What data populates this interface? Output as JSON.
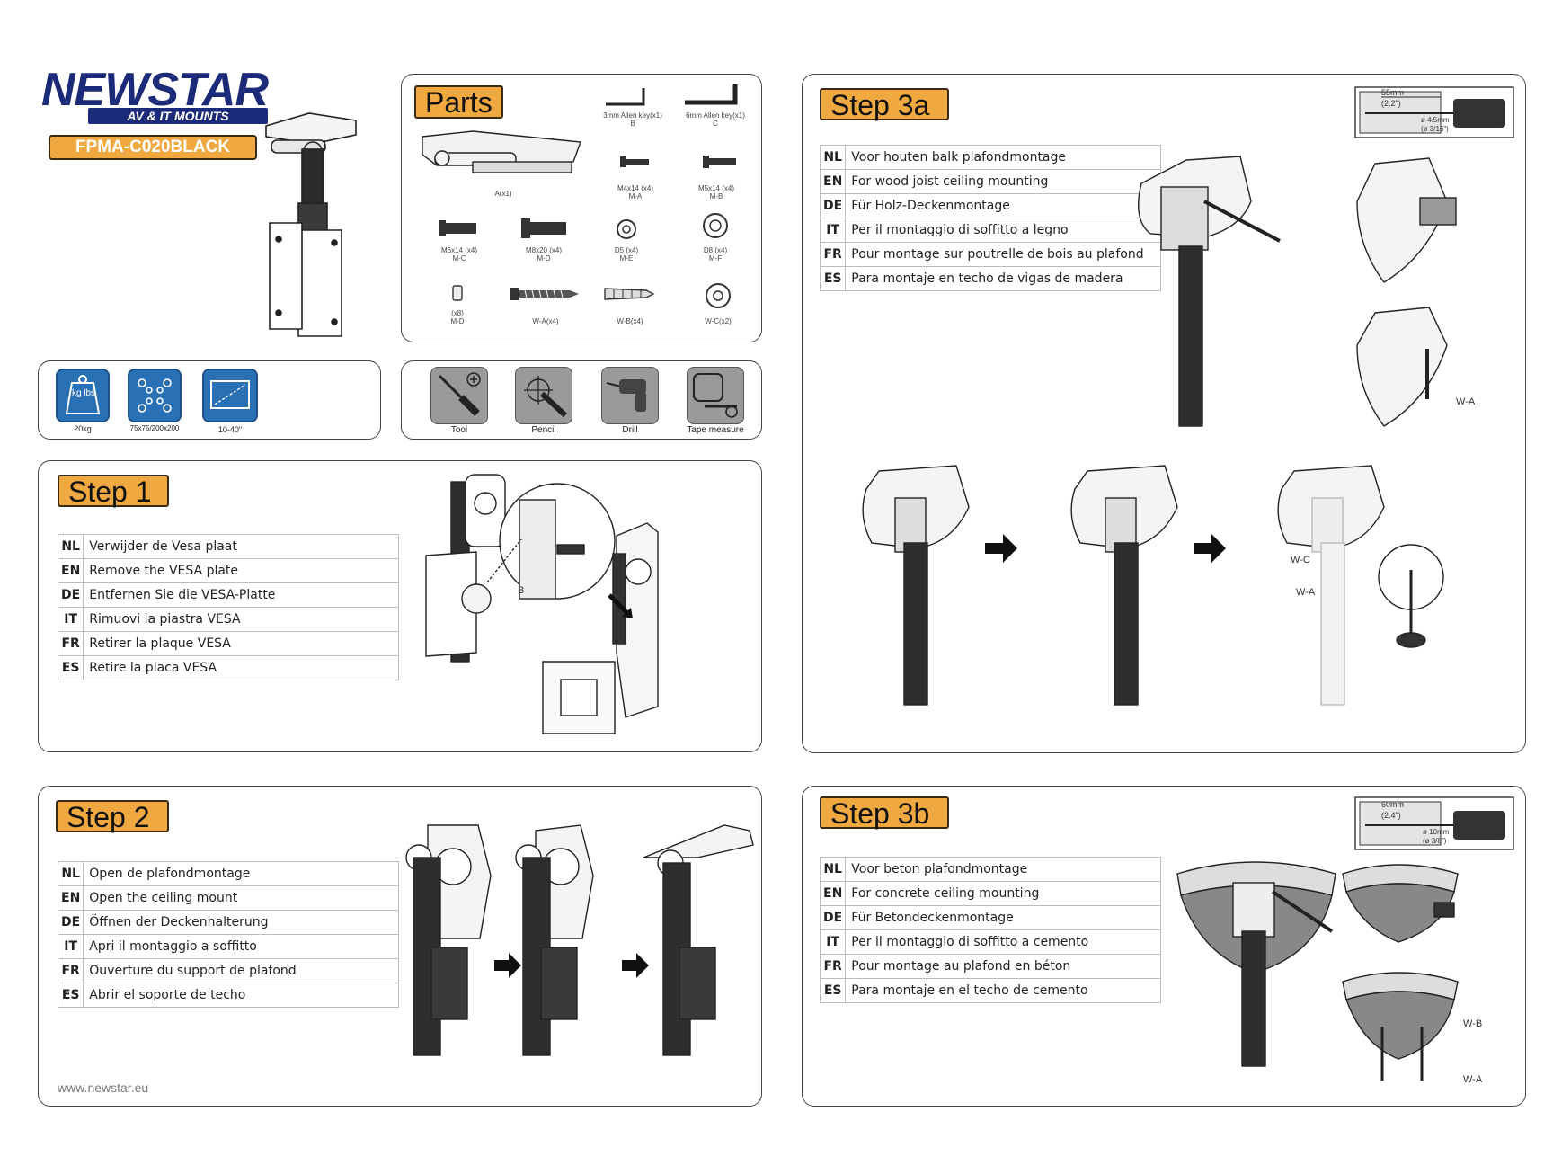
{
  "brand": {
    "logo_main": "NEWSTAR",
    "logo_sub": "AV & IT MOUNTS",
    "model": "FPMA-C020BLACK",
    "website": "www.newstar.eu"
  },
  "parts": {
    "title": "Parts",
    "items": [
      {
        "label": "3mm Allen key(x1)",
        "code": "B"
      },
      {
        "label": "6mm Allen key(x1)",
        "code": "C"
      },
      {
        "label": "A(x1)",
        "code": ""
      },
      {
        "label": "M4x14 (x4)",
        "code": "M-A"
      },
      {
        "label": "M5x14 (x4)",
        "code": "M-B"
      },
      {
        "label": "M6x14 (x4)",
        "code": "M-C"
      },
      {
        "label": "M8x20 (x4)",
        "code": "M-D"
      },
      {
        "label": "D5 (x4)",
        "code": "M-E"
      },
      {
        "label": "D8 (x4)",
        "code": "M-F"
      },
      {
        "label": "(x8)",
        "code": "M-D"
      },
      {
        "label": "W-A(x4)",
        "code": ""
      },
      {
        "label": "W-B(x4)",
        "code": ""
      },
      {
        "label": "W-C(x2)",
        "code": ""
      }
    ]
  },
  "specs": {
    "weight_icon_text": "kg lbs",
    "weight": "20kg",
    "vesa": "75x75/200x200",
    "screen": "10-40\""
  },
  "tools": [
    {
      "label": "Tool",
      "icon": "screwdriver-icon"
    },
    {
      "label": "Pencil",
      "icon": "pencil-icon"
    },
    {
      "label": "Drill",
      "icon": "drill-icon"
    },
    {
      "label": "Tape measure",
      "icon": "tape-measure-icon"
    }
  ],
  "step1": {
    "title": "Step 1",
    "rows": [
      {
        "code": "NL",
        "text": "Verwijder de Vesa plaat"
      },
      {
        "code": "EN",
        "text": "Remove the VESA plate"
      },
      {
        "code": "DE",
        "text": "Entfernen Sie die VESA-Platte"
      },
      {
        "code": "IT",
        "text": "Rimuovi la piastra VESA"
      },
      {
        "code": "FR",
        "text": "Retirer la plaque VESA"
      },
      {
        "code": "ES",
        "text": "Retire la placa VESA"
      }
    ],
    "callout": "B"
  },
  "step2": {
    "title": "Step 2",
    "rows": [
      {
        "code": "NL",
        "text": "Open de plafondmontage"
      },
      {
        "code": "EN",
        "text": "Open the ceiling mount"
      },
      {
        "code": "DE",
        "text": "Öffnen der Deckenhalterung"
      },
      {
        "code": "IT",
        "text": "Apri il montaggio a soffitto"
      },
      {
        "code": "FR",
        "text": "Ouverture du support de plafond"
      },
      {
        "code": "ES",
        "text": "Abrir el soporte de techo"
      }
    ]
  },
  "step3a": {
    "title": "Step 3a",
    "rows": [
      {
        "code": "NL",
        "text": "Voor houten balk plafondmontage"
      },
      {
        "code": "EN",
        "text": "For wood joist ceiling mounting"
      },
      {
        "code": "DE",
        "text": "Für Holz-Deckenmontage"
      },
      {
        "code": "IT",
        "text": "Per il montaggio di soffitto a legno"
      },
      {
        "code": "FR",
        "text": "Pour montage sur poutrelle de bois au plafond"
      },
      {
        "code": "ES",
        "text": "Para montaje en techo de vigas de madera"
      }
    ],
    "drill_depth": "55mm",
    "drill_depth_in": "(2.2\")",
    "drill_dia": "ø 4.5mm",
    "drill_dia_in": "(ø 3/16\")",
    "callouts": [
      "W-A",
      "W-C",
      "W-A"
    ]
  },
  "step3b": {
    "title": "Step 3b",
    "rows": [
      {
        "code": "NL",
        "text": "Voor beton plafondmontage"
      },
      {
        "code": "EN",
        "text": "For concrete ceiling mounting"
      },
      {
        "code": "DE",
        "text": "Für Betondeckenmontage"
      },
      {
        "code": "IT",
        "text": "Per il montaggio di soffitto a cemento"
      },
      {
        "code": "FR",
        "text": "Pour montage au plafond en béton"
      },
      {
        "code": "ES",
        "text": "Para montaje en el techo de cemento"
      }
    ],
    "drill_depth": "60mm",
    "drill_depth_in": "(2.4\")",
    "drill_dia": "ø 10mm",
    "drill_dia_in": "(ø 3/8\")",
    "callouts": [
      "W-B",
      "W-A"
    ]
  }
}
